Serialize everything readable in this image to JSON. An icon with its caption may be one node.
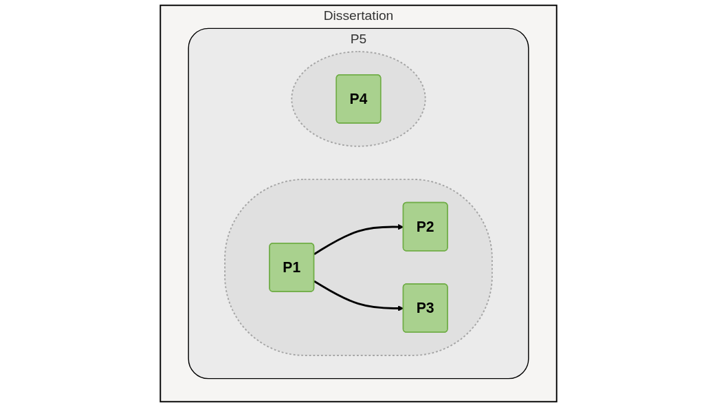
{
  "diagram": {
    "nodes": [
      {
        "text": [
          "Dissertation"
        ]
      },
      {
        "text": [
          "P5"
        ],
        "in": 0
      },
      {
        "text": [],
        "shape": "ellipse",
        "in": 1
      },
      {
        "text": [],
        "shape": "ellipse",
        "in": 1
      },
      {
        "text": [
          "P1"
        ],
        "in": 2
      },
      {
        "text": [
          "P2"
        ],
        "in": 2
      },
      {
        "text": [
          "P3"
        ],
        "in": 2
      },
      {
        "text": [
          "P4"
        ],
        "in": 3
      }
    ],
    "edges": [
      {
        "from": 4,
        "to": 5,
        "arrow": "to"
      },
      {
        "from": 4,
        "to": 6,
        "arrow": "to"
      }
    ]
  }
}
